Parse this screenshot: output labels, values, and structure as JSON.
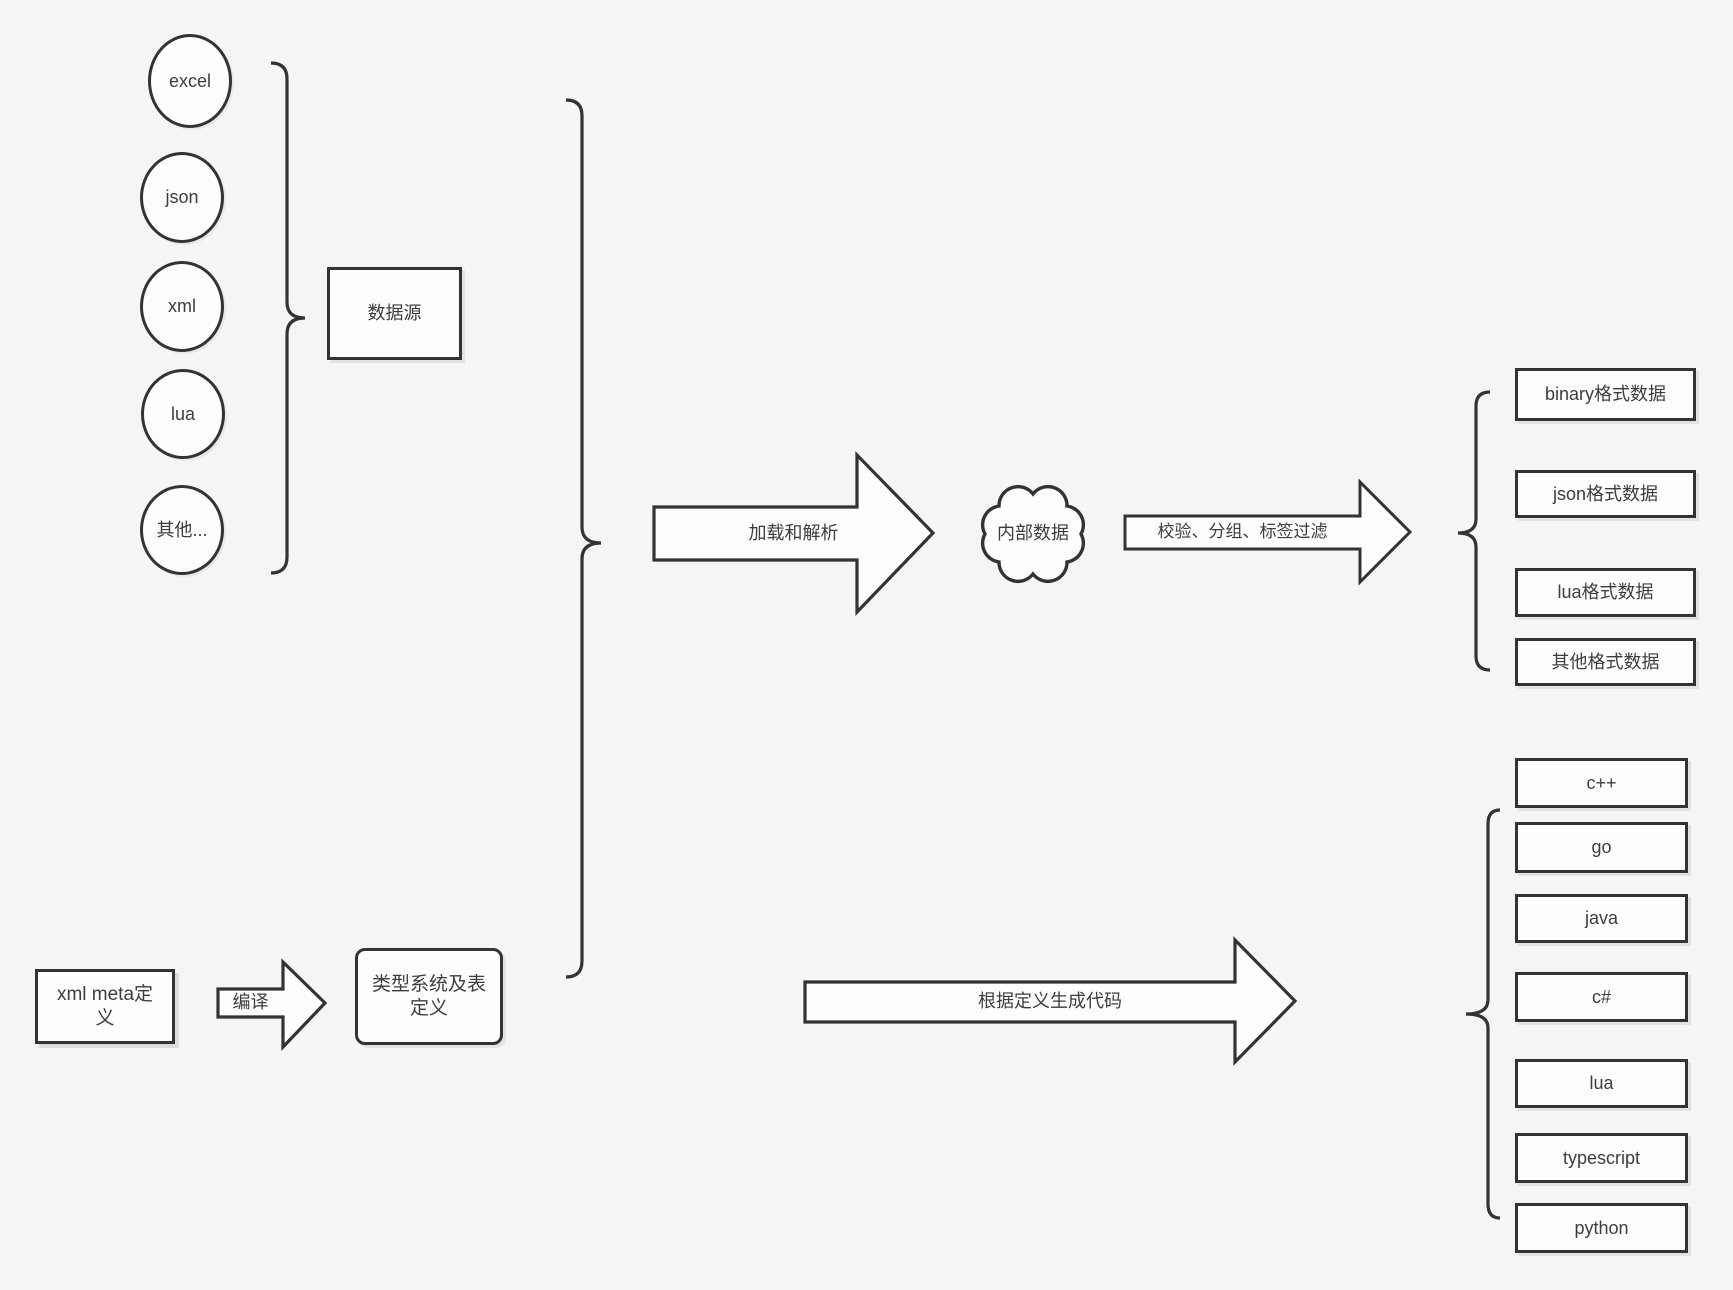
{
  "theme": {
    "background": "#f5f5f5",
    "stroke": "#333333",
    "shape_fill": "#fdfdfd",
    "text_color": "#3d3d3d"
  },
  "sources": {
    "group_label": "数据源",
    "items": [
      "excel",
      "json",
      "xml",
      "lua",
      "其他..."
    ]
  },
  "pipeline": {
    "load_parse_label": "加载和解析",
    "internal_data_label": "内部数据",
    "filter_label": "校验、分组、标签过滤",
    "formats": [
      "binary格式数据",
      "json格式数据",
      "lua格式数据",
      "其他格式数据"
    ]
  },
  "codegen": {
    "xml_meta_label": "xml meta定义",
    "compile_label": "编译",
    "type_system_label": "类型系统及表定义",
    "generate_label": "根据定义生成代码",
    "languages": [
      "c++",
      "go",
      "java",
      "c#",
      "lua",
      "typescript",
      "python"
    ]
  }
}
